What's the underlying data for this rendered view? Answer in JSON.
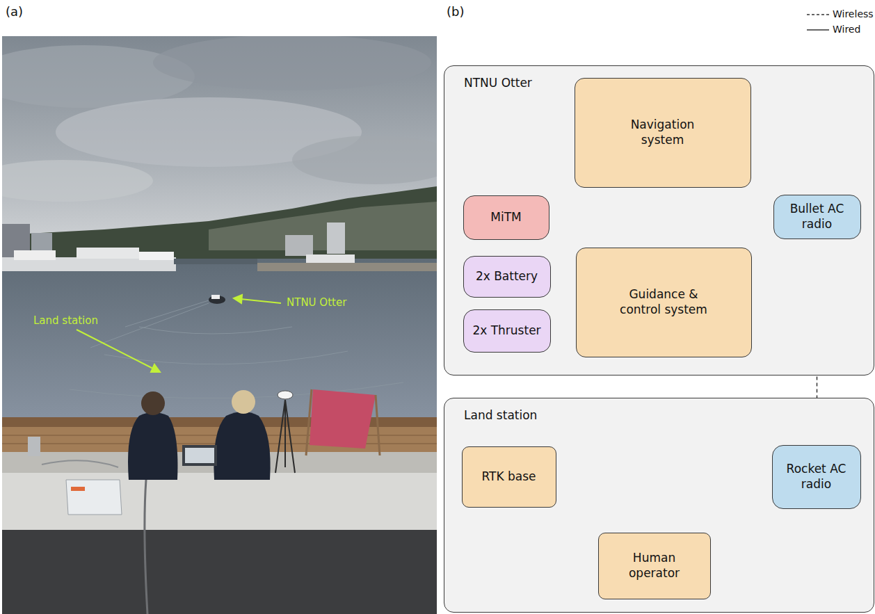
{
  "diagram": {
    "nodes": [
      {
        "text": [
          "NTNU Otter"
        ]
      },
      {
        "text": [
          "Navigation system"
        ],
        "in": 0
      },
      {
        "text": [
          "MiTM"
        ],
        "in": 0
      },
      {
        "text": [
          "Bullet AC radio"
        ],
        "in": 0
      },
      {
        "text": [
          "2x Battery"
        ],
        "in": 0
      },
      {
        "text": [
          "Guidance & control system"
        ],
        "in": 0
      },
      {
        "text": [
          "2x Thruster"
        ],
        "in": 0
      },
      {
        "text": [
          "Land station"
        ]
      },
      {
        "text": [
          "RTK base"
        ],
        "in": 7
      },
      {
        "text": [
          "Rocket AC radio"
        ],
        "in": 7
      },
      {
        "text": [
          "Human operator"
        ],
        "in": 7
      }
    ],
    "edges": [
      {
        "from": 1,
        "to": 5,
        "arrow": "none"
      },
      {
        "from": 3,
        "to": 1,
        "arrow": "none"
      },
      {
        "from": 3,
        "to": 5,
        "arrow": "none"
      },
      {
        "from": 2,
        "to": 1,
        "arrow": "both"
      },
      {
        "from": 2,
        "to": 5,
        "arrow": "both"
      },
      {
        "from": 4,
        "to": 5,
        "arrow": "none"
      },
      {
        "from": 6,
        "to": 5,
        "arrow": "none"
      },
      {
        "from": 3,
        "to": 9,
        "arrow": "none"
      },
      {
        "from": 8,
        "to": 9,
        "arrow": "none"
      },
      {
        "from": 10,
        "to": 8,
        "arrow": "none"
      },
      {
        "from": 10,
        "to": 9,
        "arrow": "none"
      }
    ],
    "labels": [
      "(a)",
      "(b)",
      "NTNU Otter",
      "Land station"
    ],
    "legend": [
      {
        "text": "Wireless"
      },
      {
        "text": "Wired"
      }
    ]
  }
}
